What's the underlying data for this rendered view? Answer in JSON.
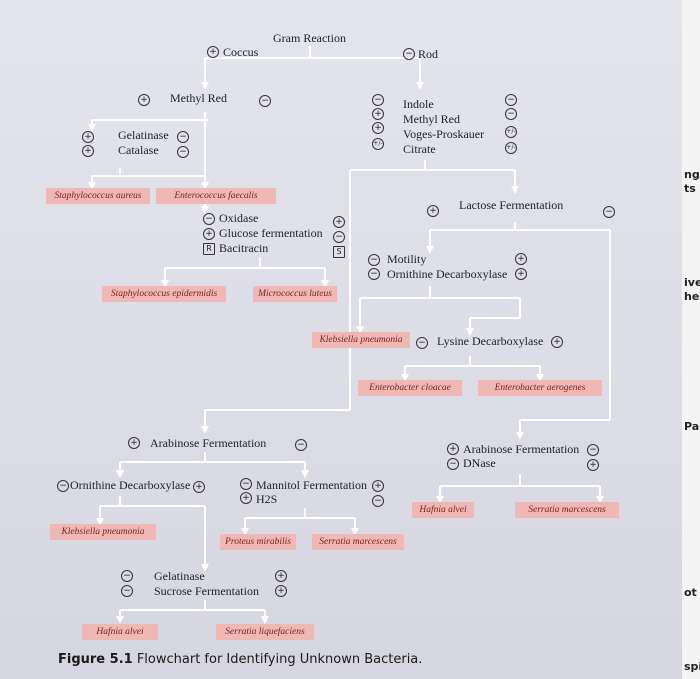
{
  "title": "Gram Reaction",
  "nodes": {
    "coccus": "Coccus",
    "rod": "Rod",
    "methyl_red": "Methyl Red",
    "gelatinase": "Gelatinase",
    "catalase": "Catalase",
    "indole": "Indole",
    "methyl_red2": "Methyl Red",
    "voges": "Voges-Proskauer",
    "citrate": "Citrate",
    "oxidase": "Oxidase",
    "glucose": "Glucose fermentation",
    "bacitracin": "Bacitracin",
    "lactose": "Lactose Fermentation",
    "motility": "Motility",
    "ornithine": "Ornithine Decarboxylase",
    "lysine": "Lysine Decarboxylase",
    "arabinose": "Arabinose Fermentation",
    "arabinose2": "Arabinose Fermentation",
    "dnase": "DNase",
    "ornithine2": "Ornithine Decarboxylase",
    "mannitol": "Mannitol Fermentation",
    "h2s": "H2S",
    "gelatinase2": "Gelatinase",
    "sucrose": "Sucrose Fermentation"
  },
  "results": {
    "staph_aureus": "Staphylococcus aureus",
    "enterococcus": "Enterococcus faecalis",
    "staph_epi": "Staphylococcus epidermidis",
    "micrococcus": "Micrococcus luteus",
    "klebsiella": "Klebsiella pneumonia",
    "ent_cloacae": "Enterobacter cloacae",
    "ent_aerogenes": "Enterobacter aerogenes",
    "hafnia": "Hafnia alvei",
    "serratia_marc": "Serratia marcescens",
    "klebsiella2": "Klebsiella pneumonia",
    "proteus": "Proteus mirabilis",
    "serratia_marc2": "Serratia marcescens",
    "hafnia2": "Hafnia alvei",
    "serratia_liq": "Serratia liquefaciens"
  },
  "symbols": {
    "plus": "+",
    "minus": "−",
    "variable": "+/-",
    "r": "R",
    "s": "S"
  },
  "caption": {
    "label": "Figure 5.1",
    "text": " Flowchart for Identifying Unknown Bacteria."
  },
  "edge_text": [
    "ng",
    "ts",
    "ive",
    "he",
    "Pa",
    "ot",
    "spi"
  ],
  "colors": {
    "result_box": "#f0b8b4",
    "arrow": "#ffffff",
    "text": "#1f1f2a"
  }
}
